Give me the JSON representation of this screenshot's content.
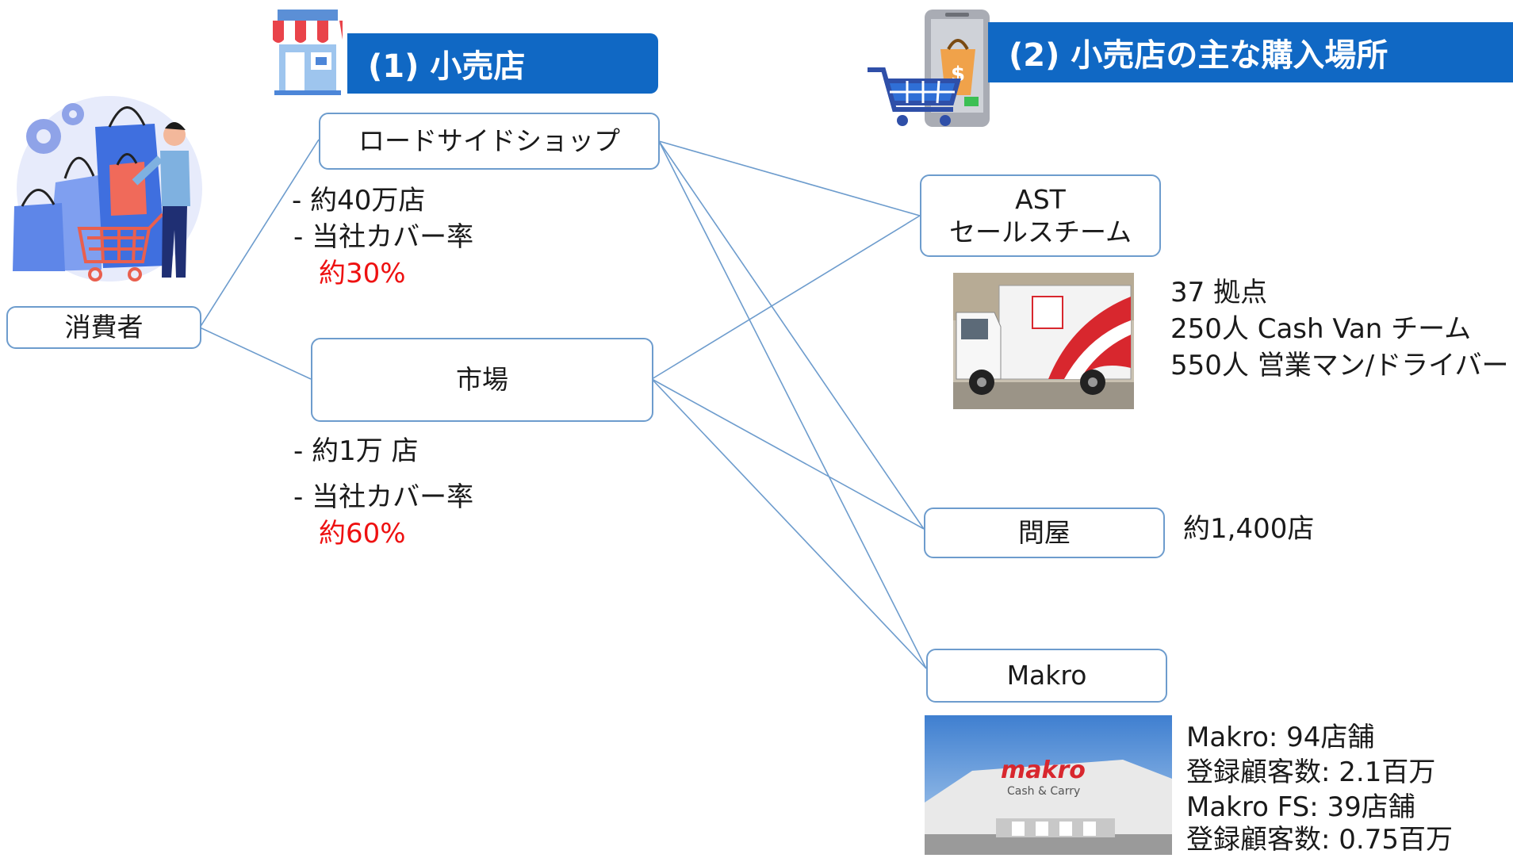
{
  "headers": {
    "retail": "(1)  小売店",
    "purchase": "(2)  小売店の主な購入場所"
  },
  "nodes": {
    "consumer": "消費者",
    "roadside": "ロードサイドショップ",
    "market": "市場",
    "ast_line1": "AST",
    "ast_line2": "セールスチーム",
    "wholesaler": "問屋",
    "makro": "Makro"
  },
  "notes": {
    "roadside": {
      "stores": "- 約40万店",
      "coverage_label": "- 当社カバー率",
      "coverage_value": "約30%"
    },
    "market": {
      "stores": "- 約1万 店",
      "coverage_label": "- 当社カバー率",
      "coverage_value": "約60%"
    },
    "ast": {
      "line1": "37 拠点",
      "line2": "250人 Cash Van チーム",
      "line3": "550人 営業マン/ドライバー"
    },
    "wholesaler": "約1,400店",
    "makro": {
      "line1": "Makro: 94店舗",
      "line2": "登録顧客数: 2.1百万",
      "line3": "Makro FS: 39店舗",
      "line4": "登録顧客数: 0.75百万"
    }
  },
  "images": {
    "makro_sign": "makro",
    "makro_sub": "Cash & Carry"
  },
  "colors": {
    "banner": "#1068c4",
    "box_border": "#6d9ccd",
    "connector": "#6d9ccd",
    "highlight": "#ee1111"
  }
}
